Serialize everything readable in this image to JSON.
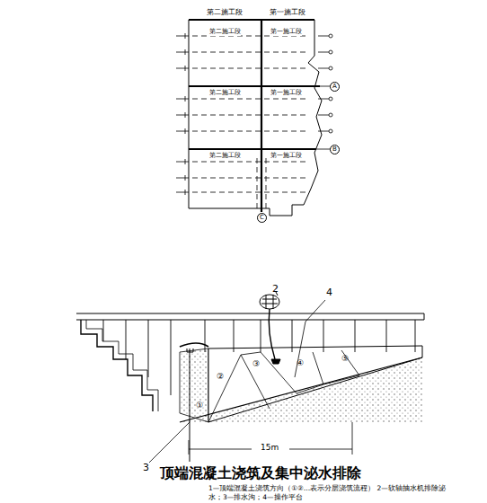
{
  "diagram": {
    "title": "顶端混凝土浇筑及集中泌水排除",
    "caption": "1—顶端混凝土浇筑方向（①②…表示分层浇筑流程） 2—软轴抽水机排除泌水；3—排水沟；4—操作平台",
    "nodes": [
      {
        "text": [
          "A"
        ]
      },
      {
        "text": [
          "B"
        ]
      },
      {
        "text": [
          "C"
        ]
      }
    ],
    "labels": [
      "第二施工段",
      "第一施工段",
      "第二施工段",
      "第一施工段",
      "第二施工段",
      "第一施工段",
      "第二施工段",
      "第一施工段",
      "①",
      "②",
      "③",
      "④",
      "⑤",
      "2",
      "4",
      "3",
      "15m"
    ]
  }
}
